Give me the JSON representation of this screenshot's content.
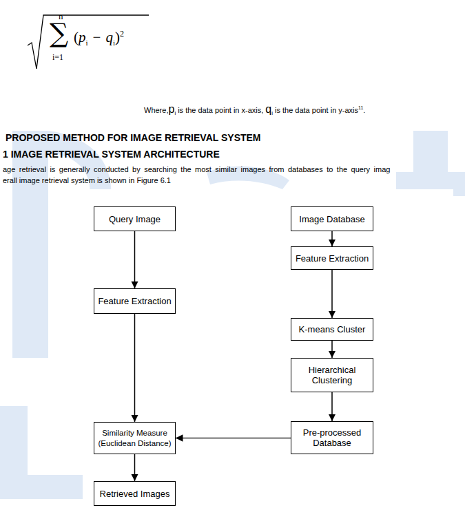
{
  "diagram": {
    "nodes": [
      {
        "text": [
          "Query Image"
        ]
      },
      {
        "text": [
          "Image Database"
        ]
      },
      {
        "text": [
          "Feature Extraction"
        ]
      },
      {
        "text": [
          "Feature Extraction"
        ]
      },
      {
        "text": [
          "K-means Cluster"
        ]
      },
      {
        "text": [
          "Hierarchical Clustering"
        ]
      },
      {
        "text": [
          "Similarity Measure (Euclidean Distance)"
        ]
      },
      {
        "text": [
          "Pre-processed Database"
        ]
      },
      {
        "text": [
          "Retrieved Images"
        ]
      }
    ],
    "edges": [
      {
        "from": 0,
        "to": 3,
        "arrow": "to"
      },
      {
        "from": 3,
        "to": 6,
        "arrow": "to"
      },
      {
        "from": 6,
        "to": 8,
        "arrow": "to"
      },
      {
        "from": 1,
        "to": 2,
        "arrow": "to"
      },
      {
        "from": 2,
        "to": 4,
        "arrow": "to"
      },
      {
        "from": 4,
        "to": 5,
        "arrow": "to"
      },
      {
        "from": 5,
        "to": 7,
        "arrow": "to"
      },
      {
        "from": 7,
        "to": 6,
        "arrow": "to"
      }
    ],
    "labels": [
      "n",
      "∑",
      "i=1",
      "(",
      "p",
      "i",
      "−",
      "q",
      "i",
      ")",
      "2",
      "Where,",
      "p",
      "i",
      "is the data point in x-axis,",
      "q",
      "i",
      "is the data point in y-axis",
      "11",
      ".",
      "PROPOSED METHOD FOR IMAGE RETRIEVAL SYSTEM",
      "1 IMAGE RETRIEVAL SYSTEM ARCHITECTURE",
      "age retrieval is generally conducted by searching the most similar images from databases to the query imag",
      "erall image retrieval system is shown in Figure 6.1"
    ]
  }
}
